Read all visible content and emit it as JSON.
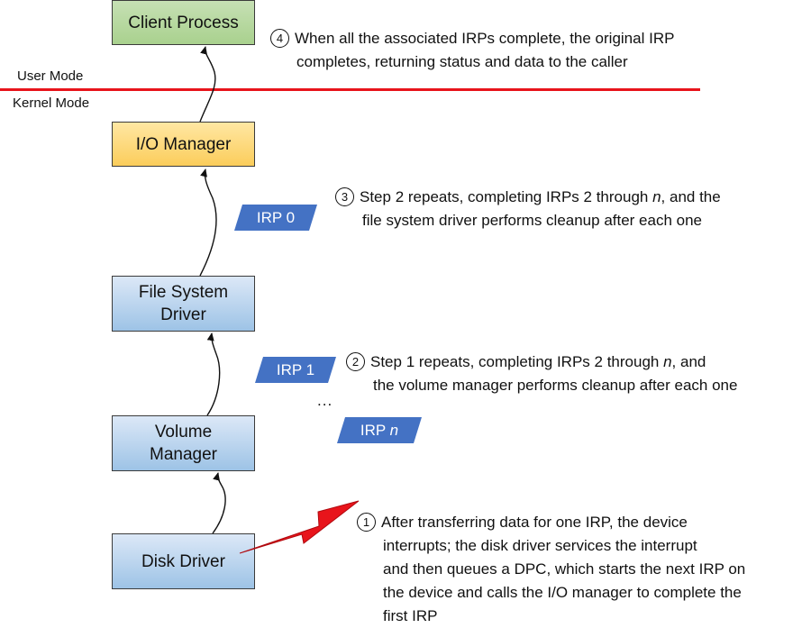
{
  "modes": {
    "user": "User Mode",
    "kernel": "Kernel Mode"
  },
  "components": {
    "client_process": "Client Process",
    "io_manager": "I/O Manager",
    "file_system_driver": [
      "File System",
      "Driver"
    ],
    "volume_manager": [
      "Volume",
      "Manager"
    ],
    "disk_driver": "Disk Driver"
  },
  "irps": {
    "irp0": "IRP 0",
    "irp1": "IRP 1",
    "irpn_prefix": "IRP ",
    "irpn_var": "n",
    "ellipsis": "..."
  },
  "steps": [
    {
      "num": "1",
      "lines": [
        "After transferring data for one IRP, the device",
        "interrupts; the disk driver services the interrupt",
        "and then queues a DPC, which starts the next IRP on",
        "the device and calls the I/O manager to complete the",
        "first IRP"
      ]
    },
    {
      "num": "2",
      "line1_pre": "Step 1 repeats, completing IRPs 2 through ",
      "line1_var": "n",
      "line1_post": ", and",
      "line2": "the volume manager performs cleanup after each one"
    },
    {
      "num": "3",
      "line1_pre": "Step 2 repeats, completing IRPs 2 through ",
      "line1_var": "n",
      "line1_post": ", and the",
      "line2": "file system driver performs cleanup after each one"
    },
    {
      "num": "4",
      "lines": [
        "When all the associated IRPs complete, the original IRP",
        "completes, returning status and data to the caller"
      ]
    }
  ],
  "colors": {
    "user_kernel_divider": "#e8141b",
    "irp_badge": "#4472c4",
    "interrupt_bolt": "#e8141b"
  }
}
